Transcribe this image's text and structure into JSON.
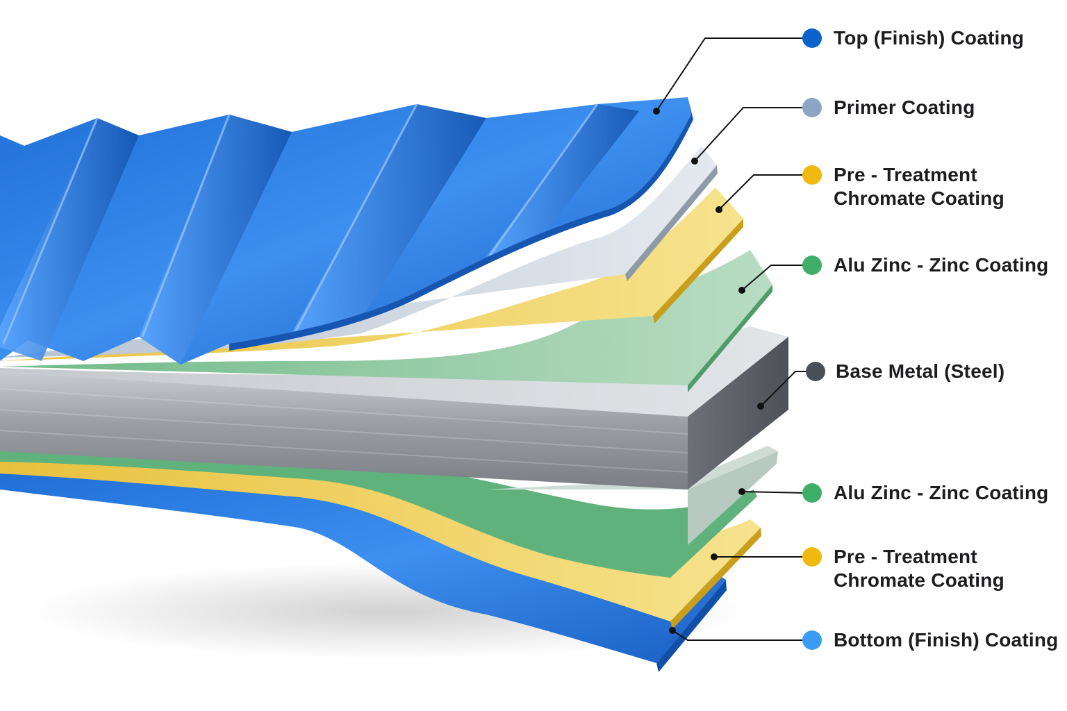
{
  "layers": [
    {
      "id": "top-finish",
      "label": "Top (Finish) Coating",
      "dot_color": "#0b63c7"
    },
    {
      "id": "primer",
      "label": "Primer Coating",
      "dot_color": "#8aa6c4"
    },
    {
      "id": "pretreat-top",
      "label_lines": [
        "Pre - Treatment",
        "Chromate Coating"
      ],
      "dot_color": "#f0b90f"
    },
    {
      "id": "aluzinc-top",
      "label": "Alu Zinc - Zinc Coating",
      "dot_color": "#3fae67"
    },
    {
      "id": "base-metal",
      "label": "Base Metal (Steel)",
      "dot_color": "#4a4f57"
    },
    {
      "id": "aluzinc-bottom",
      "label": "Alu Zinc - Zinc Coating",
      "dot_color": "#3fae67"
    },
    {
      "id": "pretreat-bottom",
      "label_lines": [
        "Pre - Treatment",
        "Chromate Coating"
      ],
      "dot_color": "#f0b90f"
    },
    {
      "id": "bottom-finish",
      "label": "Bottom (Finish) Coating",
      "dot_color": "#3a9cf2"
    }
  ],
  "colors": {
    "blue": "#2f7fe0",
    "blue_dark": "#1458b8",
    "primer": "#c9d3de",
    "yellow": "#f2d35a",
    "green": "#8fc9a0",
    "steel": "#9a9ea3",
    "steel_dark": "#5b5f64",
    "leader": "#111111"
  }
}
